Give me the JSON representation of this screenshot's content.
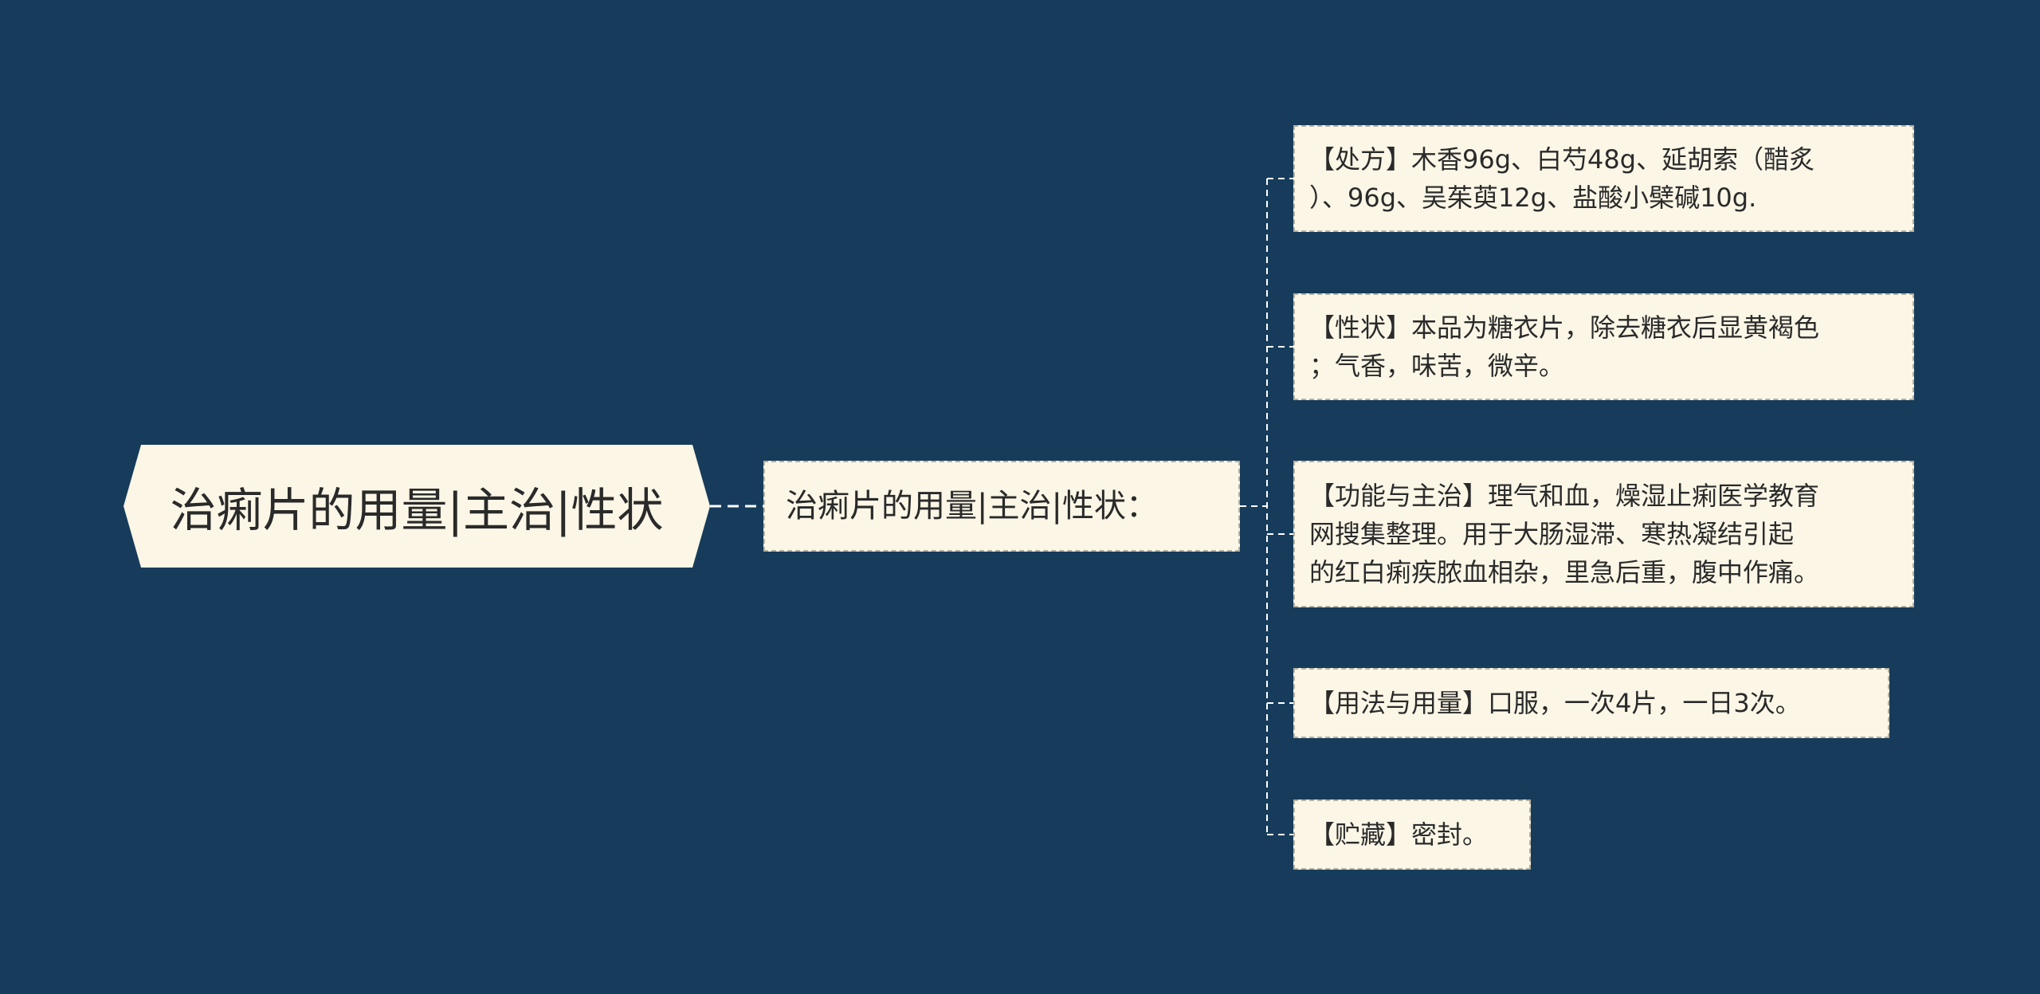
{
  "root": {
    "label": "治痢片的用量|主治|性状"
  },
  "summary": {
    "label": "治痢片的用量|主治|性状："
  },
  "details": [
    {
      "text": "【处方】木香96g、白芍48g、延胡索（醋炙\n）、96g、吴茱萸12g、盐酸小檗碱10g."
    },
    {
      "text": "【性状】本品为糖衣片，除去糖衣后显黄褐色\n；气香，味苦，微辛。"
    },
    {
      "text": "【功能与主治】理气和血，燥湿止痢医学教育\n网搜集整理。用于大肠湿滞、寒热凝结引起\n的红白痢疾脓血相杂，里急后重，腹中作痛。"
    },
    {
      "text": "【用法与用量】口服，一次4片，一日3次。"
    },
    {
      "text": "【贮藏】密封。"
    }
  ],
  "colors": {
    "background": "#173c5b",
    "node_fill": "#fbf6e6",
    "connector": "#ffffff"
  }
}
